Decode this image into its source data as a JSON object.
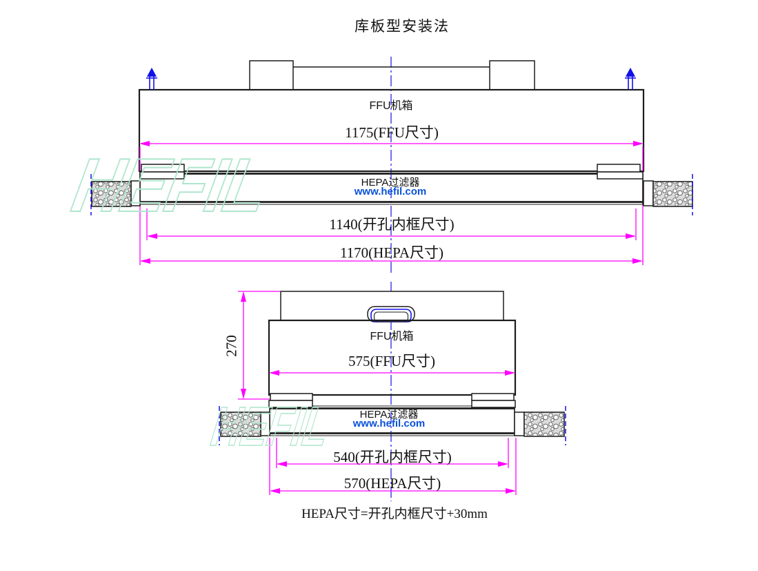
{
  "title": "库板型安装法",
  "watermark": "HEFIL",
  "note": "HEPA尺寸=开孔内框尺寸+30mm",
  "colors": {
    "dimension": "#ff00ff",
    "centerline": "#1212e8",
    "website": "#0a52d8",
    "watermark": "#aee6cc",
    "line": "#1c1c1c"
  },
  "diagrams": {
    "top": {
      "unit_label": "FFU机箱",
      "filter_label": "HEPA过滤器",
      "website": "www.hefil.com",
      "dimensions": {
        "ffu": "1175(FFU尺寸)",
        "opening": "1140(开孔内框尺寸)",
        "hepa": "1170(HEPA尺寸)"
      }
    },
    "bottom": {
      "unit_label": "FFU机箱",
      "filter_label": "HEPA过滤器",
      "website": "www.hefil.com",
      "dimensions": {
        "ffu": "575(FFU尺寸)",
        "opening": "540(开孔内框尺寸)",
        "hepa": "570(HEPA尺寸)",
        "height": "270"
      }
    }
  }
}
